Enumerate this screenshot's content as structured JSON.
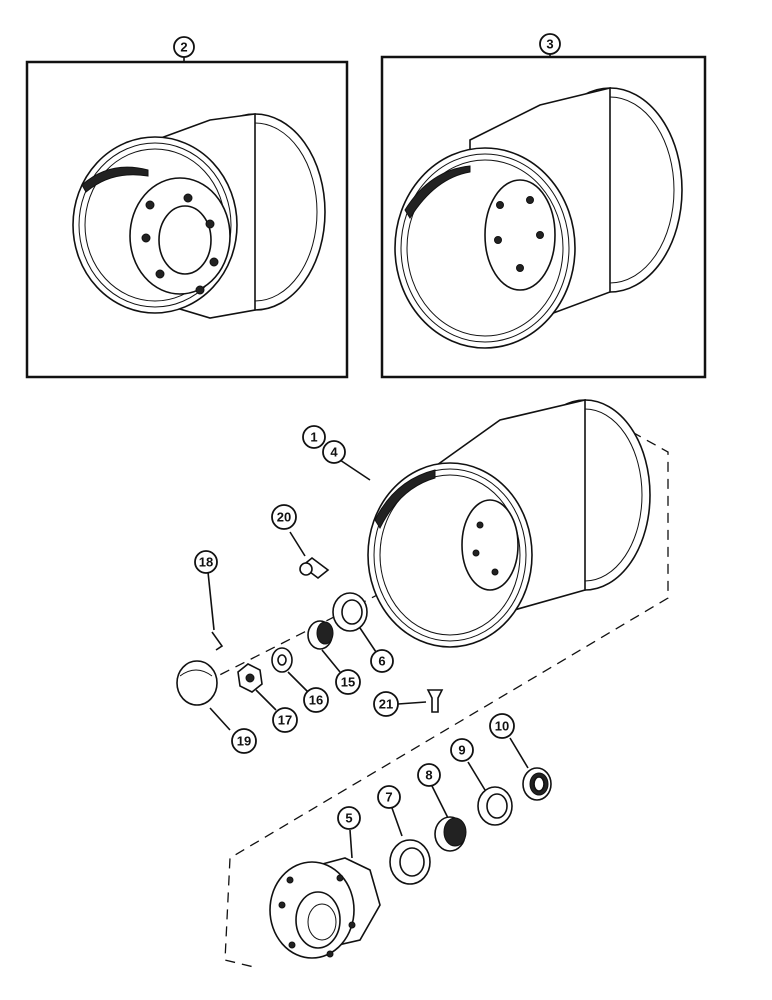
{
  "callouts": {
    "c2": "2",
    "c3": "3",
    "c1": "1",
    "c4": "4",
    "c20": "20",
    "c18": "18",
    "c6": "6",
    "c15": "15",
    "c16": "16",
    "c17": "17",
    "c21": "21",
    "c19": "19",
    "c10": "10",
    "c9": "9",
    "c8": "8",
    "c7": "7",
    "c5": "5"
  },
  "colors": {
    "line": "#111111",
    "background": "#ffffff"
  }
}
